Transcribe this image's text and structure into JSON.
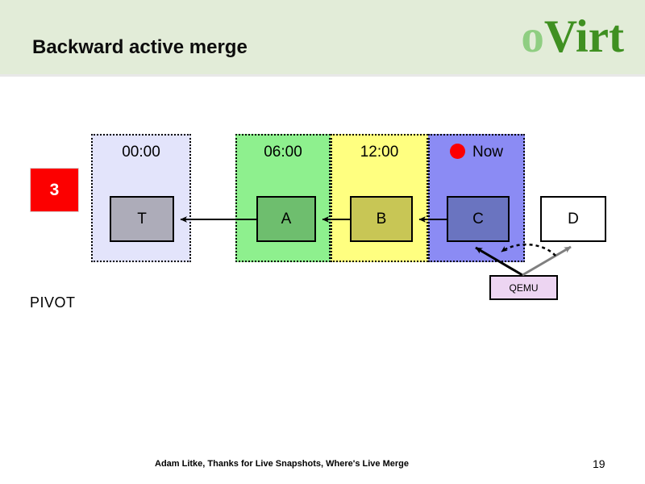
{
  "header": {
    "title": "Backward active merge",
    "logo": {
      "part1": "o",
      "part2": "Virt"
    },
    "band_color": "#e2ecd8"
  },
  "step": {
    "number": "3",
    "badge_color": "#fc0000"
  },
  "pivot_label": "PIVOT",
  "timeline": {
    "panels": [
      {
        "label": "00:00",
        "fill": "#e3e4fb",
        "has_now_dot": false
      },
      {
        "label": "06:00",
        "fill": "#8ef08e",
        "has_now_dot": false
      },
      {
        "label": "12:00",
        "fill": "#ffff80",
        "has_now_dot": false
      },
      {
        "label": "Now",
        "fill": "#8b8bf4",
        "has_now_dot": true
      }
    ]
  },
  "volumes": [
    {
      "name": "T",
      "fill": "#adacb9"
    },
    {
      "name": "A",
      "fill": "#6ebe6e"
    },
    {
      "name": "B",
      "fill": "#c8c655"
    },
    {
      "name": "C",
      "fill": "#6a74c0"
    },
    {
      "name": "D",
      "fill": "#ffffff"
    }
  ],
  "qemu": {
    "label": "QEMU",
    "fill": "#edd5f2",
    "active_link_target": "C",
    "pending_link_target": "D"
  },
  "footer": {
    "text": "Adam Litke, Thanks for Live Snapshots, Where's Live Merge",
    "page": "19"
  }
}
